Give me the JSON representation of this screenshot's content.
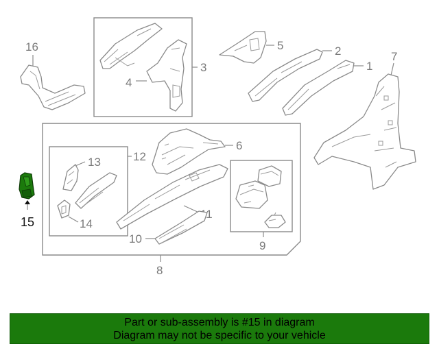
{
  "diagram": {
    "callouts": {
      "c1": "1",
      "c2": "2",
      "c3": "3",
      "c4": "4",
      "c5": "5",
      "c6": "6",
      "c7": "7",
      "c8": "8",
      "c9": "9",
      "c10": "10",
      "c11": "11",
      "c12": "12",
      "c13": "13",
      "c14": "14",
      "c15": "15",
      "c16": "16"
    },
    "highlight_color": "#1b7a0c",
    "highlighted_part": "15"
  },
  "banner": {
    "line1": "Part or sub-assembly is #15 in diagram",
    "line2": "Diagram may not be specific to your vehicle",
    "background": "#1b7a0c"
  }
}
